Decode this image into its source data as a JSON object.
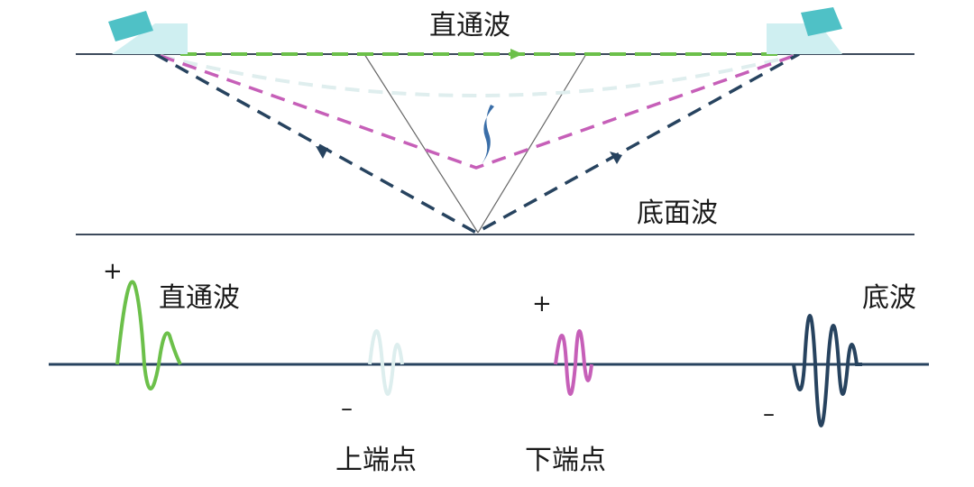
{
  "labels": {
    "direct_wave_top": "直通波",
    "backwall_wave_top": "底面波",
    "direct_wave": "直通波",
    "upper_tip": "上端点",
    "lower_tip": "下端点",
    "backwall_wave": "底波"
  },
  "signs": {
    "direct_plus": "+",
    "upper_minus": "–",
    "lower_plus": "+",
    "back_minus": "–"
  },
  "colors": {
    "direct": "#6cc04a",
    "upper": "#d7ecec",
    "lower": "#c65fb8",
    "back": "#27435f",
    "surface": "#3d4a5c",
    "probe": "#4fc1c6",
    "crack": "#3a6ea8"
  }
}
